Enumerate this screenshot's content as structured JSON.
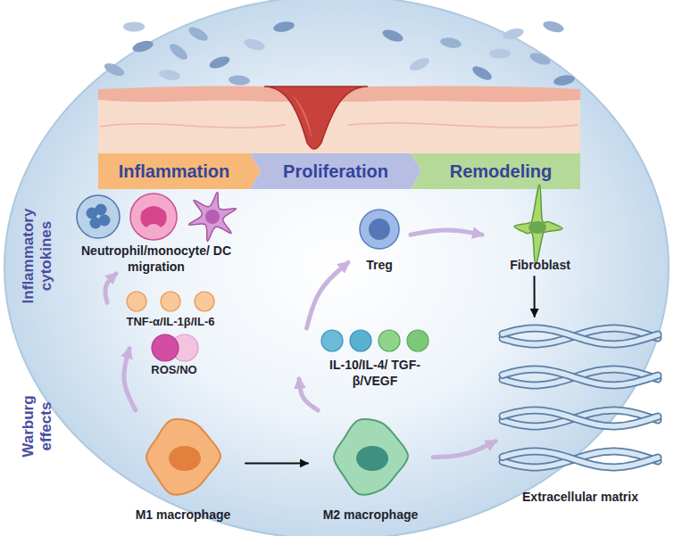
{
  "diagram": {
    "nodes": [
      {
        "text": [
          "Inflammation"
        ]
      },
      {
        "text": [
          "Proliferation"
        ]
      },
      {
        "text": [
          "Remodeling"
        ]
      },
      {
        "text": [
          "Neutrophil/monocyte/ DC migration"
        ]
      },
      {
        "text": [
          "Treg"
        ]
      },
      {
        "text": [
          "Fibroblast"
        ]
      },
      {
        "text": [
          "TNF-α/IL-1β/IL-6"
        ]
      },
      {
        "text": [
          "IL-10/IL-4/ TGF-β/VEGF"
        ]
      },
      {
        "text": [
          "ROS/NO"
        ]
      },
      {
        "text": [
          "M1 macrophage"
        ]
      },
      {
        "text": [
          "M2 macrophage"
        ]
      },
      {
        "text": [
          "Extracellular matrix"
        ]
      }
    ],
    "edges": [
      {
        "from": 9,
        "to": 8,
        "arrow": "to"
      },
      {
        "from": 6,
        "to": 3,
        "arrow": "to"
      },
      {
        "from": 9,
        "to": 10,
        "arrow": "to"
      },
      {
        "from": 10,
        "to": 7,
        "arrow": "to"
      },
      {
        "from": 7,
        "to": 4,
        "arrow": "to"
      },
      {
        "from": 4,
        "to": 5,
        "arrow": "to"
      },
      {
        "from": 5,
        "to": 11,
        "arrow": "to"
      },
      {
        "from": 10,
        "to": 11,
        "arrow": "to"
      }
    ],
    "labels": [
      "Inflammatory cytokines",
      "Warburg effects"
    ]
  }
}
